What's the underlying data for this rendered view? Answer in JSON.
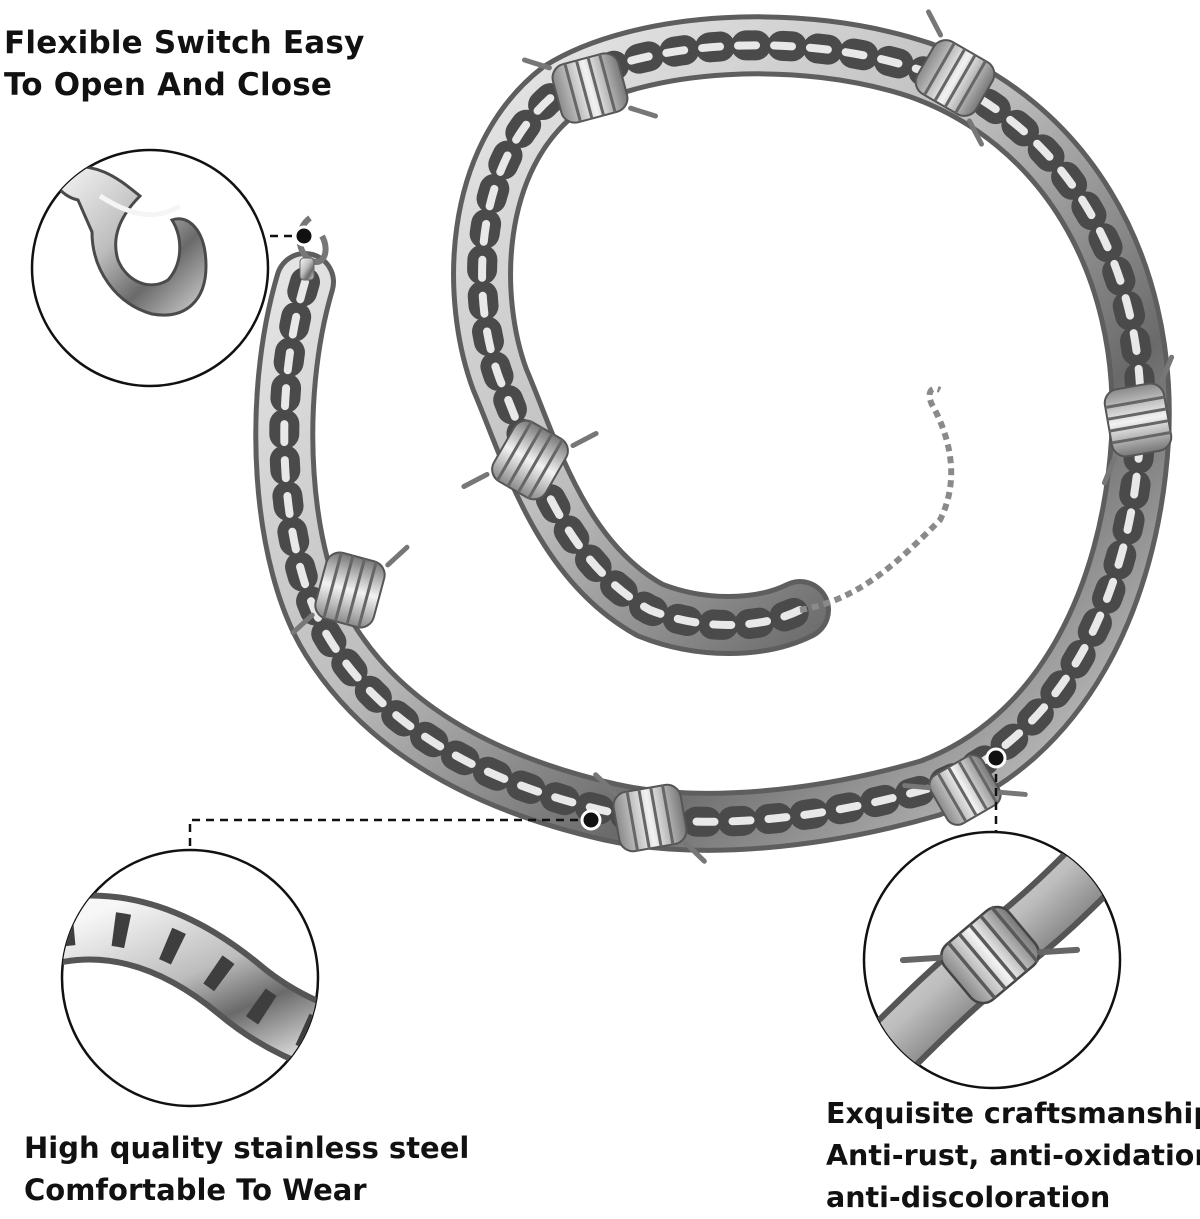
{
  "image": {
    "background": "#ffffff",
    "subject": "chain-necklace-icon",
    "colors": {
      "steel_light": "#f4f4f4",
      "steel_mid": "#b9b9b9",
      "steel_dark": "#5e5e5e",
      "callout_line": "#111111",
      "text": "#111111"
    }
  },
  "callouts": {
    "clasp": {
      "lines": [
        "Flexible Switch Easy",
        "To Open And Close"
      ],
      "detail_icon": "lobster-clasp-icon"
    },
    "steel": {
      "lines": [
        "High quality stainless steel",
        "Comfortable To Wear"
      ],
      "detail_icon": "curb-chain-links-icon"
    },
    "craft": {
      "lines": [
        "Exquisite craftsmanship",
        "Anti-rust, anti-oxidation,",
        "anti-discoloration"
      ],
      "detail_icon": "barbed-wire-wrap-icon"
    }
  }
}
